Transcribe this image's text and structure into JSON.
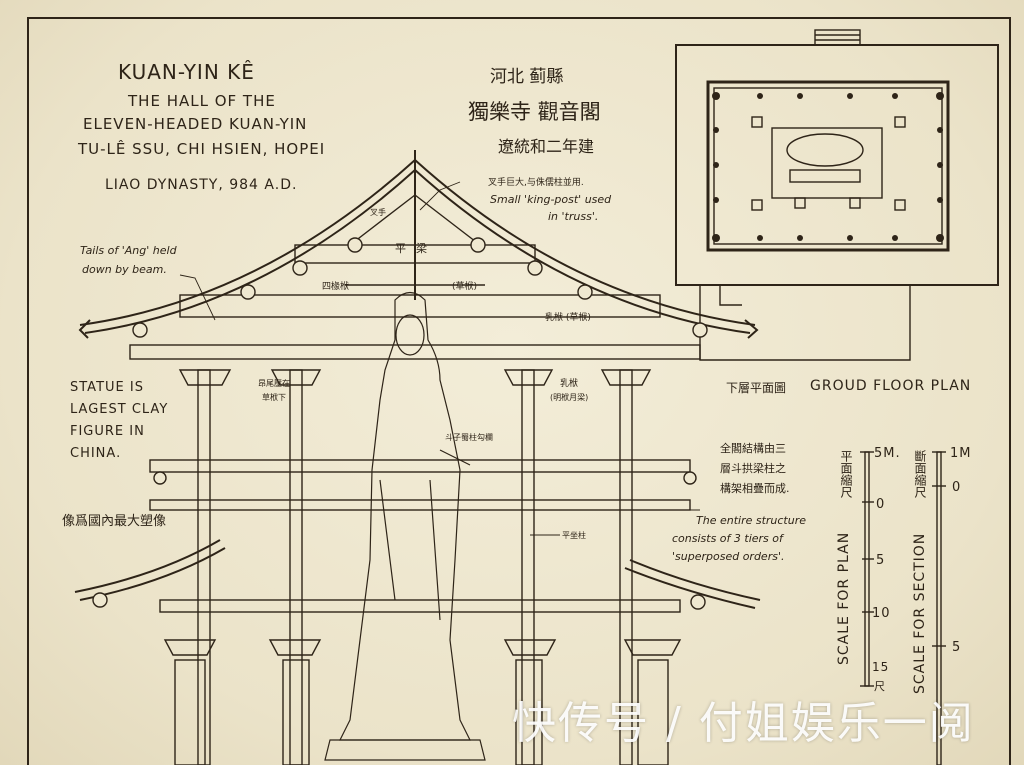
{
  "title": {
    "main": "KUAN-YIN KÊ",
    "line2": "THE HALL OF THE",
    "line3": "ELEVEN-HEADED KUAN-YIN",
    "line4": "TU-LÊ SSU, CHI HSIEN, HOPEI",
    "line5": "LIAO DYNASTY, 984 A.D."
  },
  "chinese_title": {
    "line1": "河北 蓟縣",
    "line2": "獨樂寺 觀音閣",
    "line3": "遼統和二年建"
  },
  "annotations": {
    "kingpost_cn": "叉手巨大,与侏儒柱並用.",
    "kingpost_en1": "Small 'king-post' used",
    "kingpost_en2": "in 'truss'.",
    "chashou": "叉手",
    "ang_en1": "Tails of 'Ang' held",
    "ang_en2": "down by beam.",
    "pingliang": "平梁",
    "sichuanfu": "四椽栿",
    "caofu": "(草栿)",
    "rufu_cao": "乳栿 (草栿)",
    "ang_cn1": "昂尾壓在",
    "ang_cn2": "草栿下",
    "rufu_ming1": "乳栿",
    "rufu_ming2": "(明栿月梁)",
    "goulan": "斗子蜀柱勾欄",
    "pingzuo": "平坐柱",
    "statue_en1": "STATUE IS",
    "statue_en2": "LAGEST CLAY",
    "statue_en3": "FIGURE IN",
    "statue_en4": "CHINA.",
    "statue_cn": "像爲國內最大塑像",
    "structure_cn1": "全閣結構由三",
    "structure_cn2": "層斗拱梁柱之",
    "structure_cn3": "構架相疊而成.",
    "structure_en1": "The entire structure",
    "structure_en2": "consists of 3 tiers of",
    "structure_en3": "'superposed orders'."
  },
  "floor_plan": {
    "label_cn": "下層平面圖",
    "label_en": "GROUD FLOOR PLAN"
  },
  "scale_plan": {
    "label_cn": "平面縮尺",
    "label": "SCALE FOR PLAN",
    "top": "5M.",
    "ticks": [
      "0",
      "5",
      "10",
      "15"
    ],
    "unit": "尺"
  },
  "scale_section": {
    "label_cn": "斷面縮尺",
    "label": "SCALE FOR SECTION",
    "top": "1M",
    "ticks": [
      "0",
      "5"
    ]
  },
  "watermark": "快传号 / 付姐娱乐一阅",
  "colors": {
    "paper": "#efe8d0",
    "ink": "#2e2418"
  }
}
